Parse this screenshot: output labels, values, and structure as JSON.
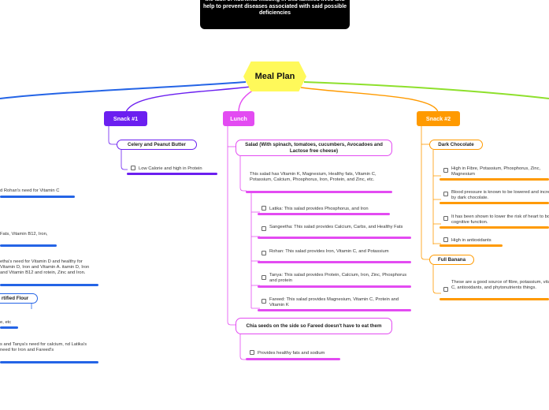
{
  "header_note": "the lack of nutrients missing in this families lives and help to prevent diseases associated with said possible deficiencies",
  "central": "Meal Plan",
  "colors": {
    "snack1": "#6b1ff0",
    "lunch": "#e34bf2",
    "snack2": "#ff9a00",
    "blue": "#2464e6",
    "green": "#8ee02c"
  },
  "left": {
    "t1": "d Rohan's need for Vitamin C",
    "t2": "Fats, Vitamin B12, Iron,",
    "t3": "etha's need for Vitamin D and healthy for Vitamin D, Iron and Vitamin A. itamin D, Iron and Vitamin B12 and rotein, Zinc and Iron.",
    "t4_box": "rtified Flour",
    "t5": "e, etc",
    "t6": "s and Tanya's need for calcium, nd Latika's need for Iron and Fareed's"
  },
  "snack1": {
    "title": "Snack #1",
    "item": "Celery and Peanut Butter",
    "note": "Low Calorie and high in Protein"
  },
  "lunch": {
    "title": "Lunch",
    "salad": "Salad (With spinach, tomatoes, cucumbers, Avocadoes and Lactose free cheese)",
    "salad_desc": "This salad has Vitamin K, Magnesium, Healthy fats, Vitamin C, Potassium, Calcium, Phosphorus, Iron, Protein, and Zinc, etc.",
    "notes": [
      "Latika: This salad provides Phosphorus, and Iron",
      "Sangeetha: This salad provides Calcium, Carbs, and Healthy Fats",
      "Rohan: This salad provides Iron, Vitamin C, and Potassium",
      "Tanya: This salad provides Protein, Calcium, Iron, Zinc, Phosphorus and protein",
      "Fareed: This salad provides Magnesium, Vitamin C, Protein and Vitamin K"
    ],
    "chia": "Chia seeds on the side so Fareed doesn't have to eat them",
    "chia_note": "Provides healthy fats and sodium"
  },
  "snack2": {
    "title": "Snack #2",
    "choc": "Dark Chocolate",
    "choc_notes": [
      "High in Fibre, Potassium, Phosphorus, Zinc, Magnesium",
      "Blood pressure is known to be lowered and increased by dark chocolate.",
      "It has been shown to lower the risk of heart to boost cognitive function.",
      "High in antioxidants"
    ],
    "banana": "Full Banana",
    "banana_note": "These are a good source of fibre, potassium, vitamin C, antioxidants, and phytonutrients things."
  }
}
